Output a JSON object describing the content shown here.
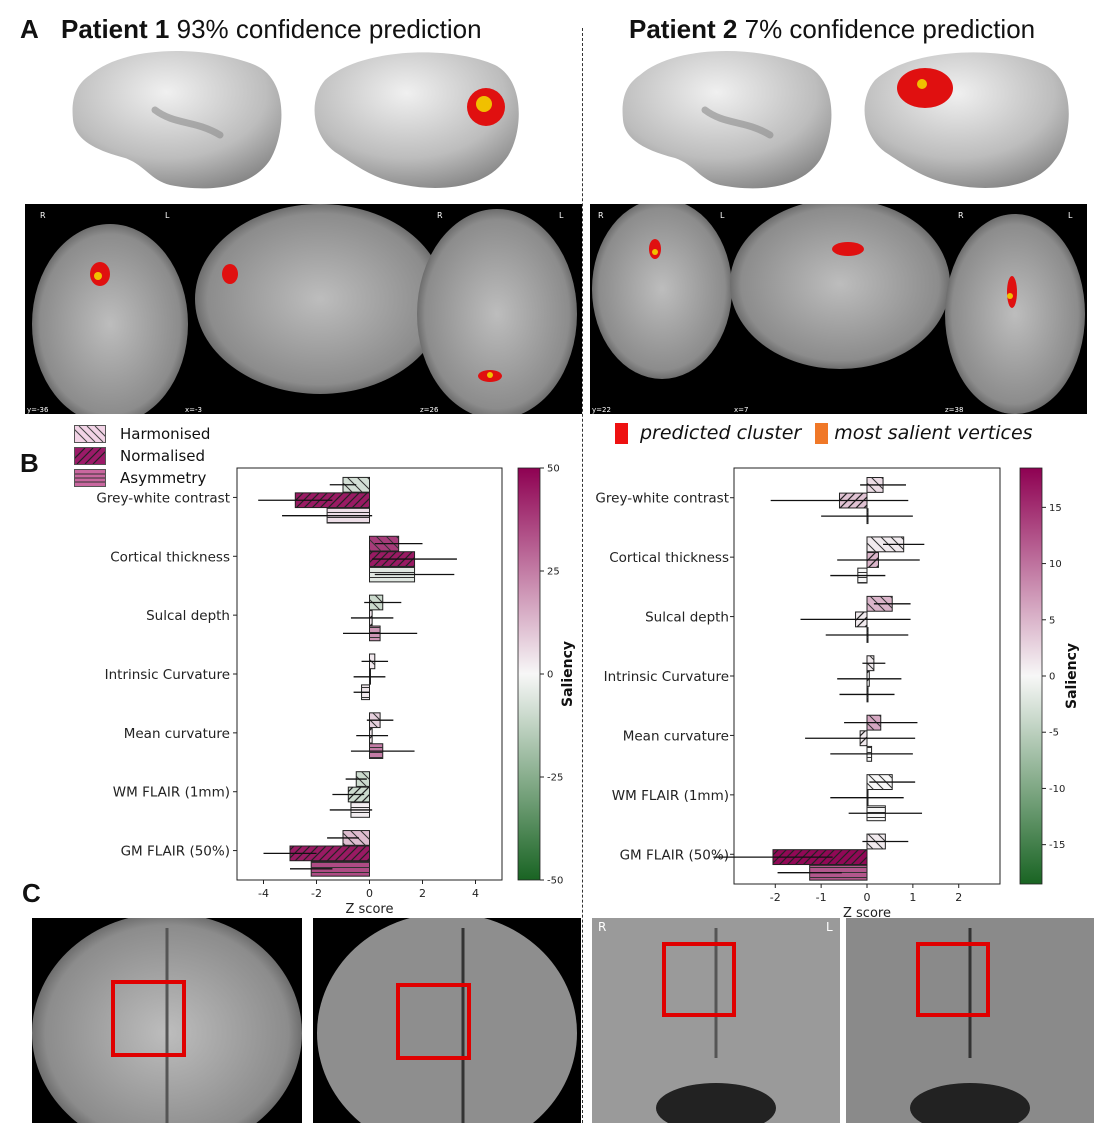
{
  "panel_a": {
    "letter": "A",
    "patient1": {
      "name": "Patient 1",
      "suffix": "93% confidence prediction"
    },
    "patient2": {
      "name": "Patient 2",
      "suffix": "7% confidence prediction"
    },
    "mri_orient": {
      "r": "R",
      "l": "L"
    },
    "slice_labels_p1": [
      "y=-36",
      "x=-3",
      "z=26"
    ],
    "slice_labels_p2": [
      "y=22",
      "x=7",
      "z=38"
    ],
    "legend": {
      "predicted": "predicted cluster",
      "salient": "most salient vertices",
      "predicted_color": "#ee1111",
      "salient_color": "#f07828"
    }
  },
  "panel_b": {
    "letter": "B"
  },
  "panel_c": {
    "letter": "C",
    "orient": {
      "r": "R",
      "l": "L"
    }
  },
  "chart_data": [
    {
      "type": "bar",
      "orientation": "horizontal",
      "categories": [
        "Grey-white contrast",
        "Cortical thickness",
        "Sulcal depth",
        "Intrinsic Curvature",
        "Mean curvature",
        "WM FLAIR (1mm)",
        "GM FLAIR (50%)"
      ],
      "series": [
        {
          "name": "Harmonised",
          "values": [
            -1.0,
            1.1,
            0.5,
            0.2,
            0.4,
            -0.5,
            -1.0
          ],
          "errors": [
            0.5,
            0.9,
            0.7,
            0.5,
            0.5,
            0.4,
            0.6
          ],
          "saliency": [
            -8,
            38,
            -10,
            3,
            8,
            -10,
            12
          ]
        },
        {
          "name": "Normalised",
          "values": [
            -2.8,
            1.7,
            0.1,
            0.0,
            0.1,
            -0.8,
            -3.0
          ],
          "errors": [
            1.4,
            1.6,
            0.8,
            0.6,
            0.6,
            0.6,
            1.0
          ],
          "saliency": [
            45,
            45,
            4,
            2,
            3,
            -10,
            45
          ]
        },
        {
          "name": "Asymmetry",
          "values": [
            -1.6,
            1.7,
            0.4,
            -0.3,
            0.5,
            -0.7,
            -2.2
          ],
          "errors": [
            1.7,
            1.5,
            1.4,
            0.3,
            1.2,
            0.8,
            0.8
          ],
          "saliency": [
            5,
            -5,
            20,
            3,
            25,
            2,
            35
          ]
        }
      ],
      "xlabel": "Z score",
      "xlim": [
        -5,
        5
      ],
      "xticks": [
        "-4",
        "-2",
        "0",
        "2",
        "4"
      ],
      "colorbar": {
        "label": "Saliency",
        "range": [
          -50,
          50
        ],
        "ticks": [
          "50",
          "25",
          "0",
          "-25",
          "-50"
        ]
      }
    },
    {
      "type": "bar",
      "orientation": "horizontal",
      "categories": [
        "Grey-white contrast",
        "Cortical thickness",
        "Sulcal depth",
        "Intrinsic Curvature",
        "Mean curvature",
        "WM FLAIR (1mm)",
        "GM FLAIR (50%)"
      ],
      "series": [
        {
          "name": "Harmonised",
          "values": [
            0.35,
            0.8,
            0.55,
            0.15,
            0.3,
            0.55,
            0.4
          ],
          "errors": [
            0.5,
            0.45,
            0.4,
            0.25,
            0.8,
            0.5,
            0.5
          ],
          "saliency": [
            2,
            1,
            5,
            1,
            6,
            0,
            1
          ]
        },
        {
          "name": "Normalised",
          "values": [
            -0.6,
            0.25,
            -0.25,
            0.05,
            -0.15,
            0.0,
            -2.05
          ],
          "errors": [
            1.5,
            0.9,
            1.2,
            0.7,
            1.2,
            0.8,
            1.3
          ],
          "saliency": [
            4,
            5,
            1,
            0,
            1,
            0,
            18
          ]
        },
        {
          "name": "Asymmetry",
          "values": [
            0.0,
            -0.2,
            0.0,
            0.0,
            0.1,
            0.4,
            -1.25
          ],
          "errors": [
            1.0,
            0.6,
            0.9,
            0.6,
            0.9,
            0.8,
            0.7
          ],
          "saliency": [
            0,
            0,
            0,
            0,
            0,
            0,
            12
          ]
        }
      ],
      "xlabel": "Z score",
      "xlim": [
        -2.9,
        2.9
      ],
      "xticks": [
        "-2",
        "-1",
        "0",
        "1",
        "2"
      ],
      "colorbar": {
        "label": "Saliency",
        "range": [
          -18.5,
          18.5
        ],
        "ticks": [
          "15",
          "10",
          "5",
          "0",
          "-5",
          "-10",
          "-15"
        ]
      }
    }
  ]
}
